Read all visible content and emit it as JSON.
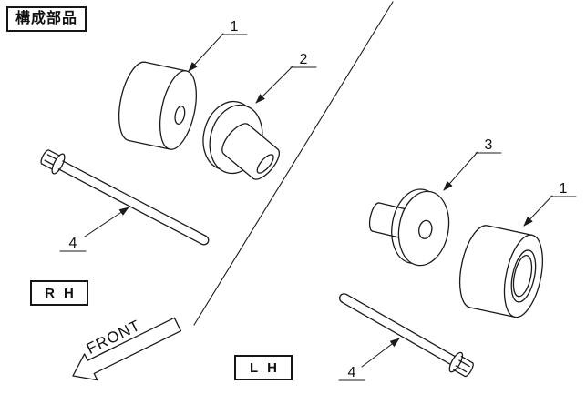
{
  "diagram": {
    "title": "構成部品",
    "front_label": "FRONT",
    "rh_label": "RH",
    "lh_label": "LH"
  },
  "callouts": {
    "rh_cushion": "1",
    "rh_collar": "2",
    "rh_bolt": "4",
    "lh_washer": "3",
    "lh_cushion": "1",
    "lh_bolt": "4"
  },
  "colors": {
    "line": "#1a1a1a",
    "background": "#ffffff"
  }
}
